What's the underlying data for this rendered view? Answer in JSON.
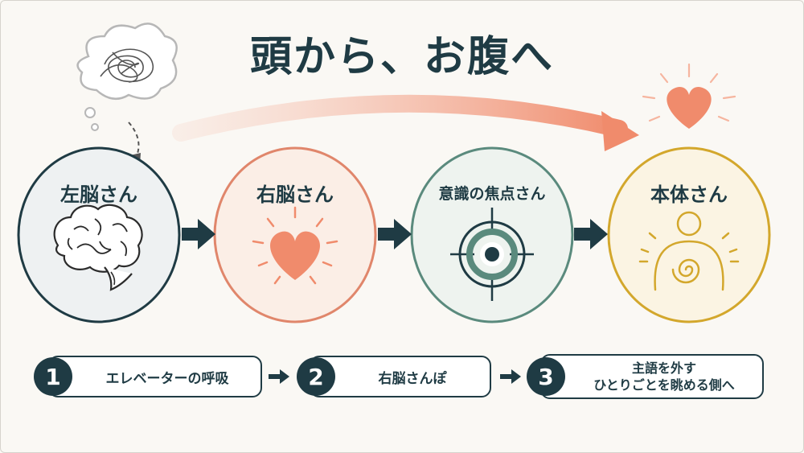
{
  "title": "頭から、お腹へ",
  "stages": [
    {
      "label": "左脳さん",
      "icon": "brain-icon",
      "color": "#1f3b44",
      "fill": "#eef1f2"
    },
    {
      "label": "右脳さん",
      "icon": "heart-icon",
      "color": "#e0866b",
      "fill": "#fbeee6"
    },
    {
      "label": "意識の焦点さん",
      "icon": "target-icon",
      "color": "#5a8a7d",
      "fill": "#eef3ef"
    },
    {
      "label": "本体さん",
      "icon": "body-spiral-icon",
      "color": "#d3a72c",
      "fill": "#fbf4e3"
    }
  ],
  "steps": [
    {
      "number": "1",
      "label": "エレベーターの呼吸"
    },
    {
      "number": "2",
      "label": "右脳さんぽ"
    },
    {
      "number": "3",
      "line1": "主語を外す",
      "line2": "ひとりごとを眺める側へ"
    }
  ],
  "colors": {
    "navy": "#1f3b44",
    "coral": "#f08b6c",
    "sage": "#5a8a7d",
    "gold": "#d3a72c"
  }
}
